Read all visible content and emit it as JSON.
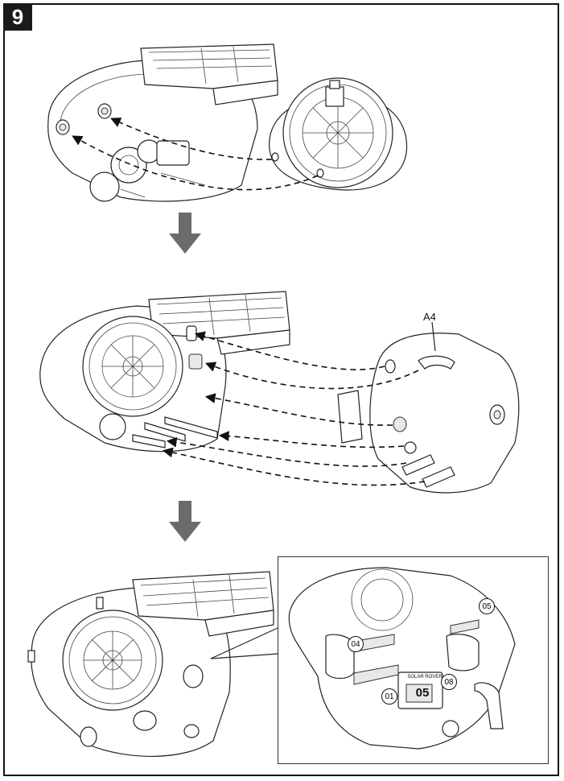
{
  "step": {
    "number": "9"
  },
  "part_labels": {
    "a4": "A4"
  },
  "sticker_callouts": [
    "01",
    "04",
    "05",
    "08"
  ],
  "sticker_text": {
    "badge_number": "05",
    "badge_title": "SOLAR ROVER"
  },
  "colors": {
    "arrow": "#6b6b6b",
    "line": "#222222",
    "badge_bg": "#1a1a1a"
  },
  "icons": [
    "down-arrow-icon",
    "down-arrow-icon"
  ]
}
